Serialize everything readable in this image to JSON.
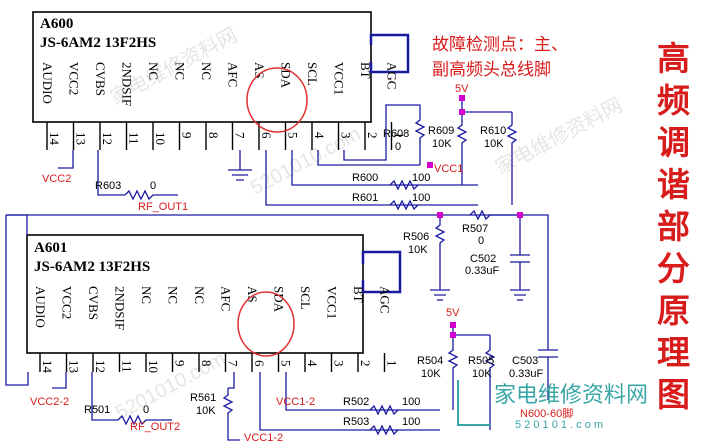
{
  "colors": {
    "wire": "#1a1aa0",
    "chip": "#000000",
    "label_red": "#d81b1b",
    "dot_magenta": "#d000d0",
    "circle_red": "#e03030",
    "watermark": "#d8d8d8",
    "logo_teal": "#3aa6a6"
  },
  "annotation": {
    "line1": "故障检测点：主、",
    "line2": "副高频头总线脚"
  },
  "side_title": [
    "高",
    "频",
    "调",
    "谐",
    "部",
    "分",
    "原",
    "理",
    "图"
  ],
  "tuner_top": {
    "name": "A600",
    "model": "JS-6AM2 13F2HS",
    "pins": [
      {
        "label": "AUDIO",
        "num": "14"
      },
      {
        "label": "VCC2",
        "num": "13"
      },
      {
        "label": "CVBS",
        "num": "12"
      },
      {
        "label": "2NDSIF",
        "num": "11"
      },
      {
        "label": "NC",
        "num": "10"
      },
      {
        "label": "NC",
        "num": "9"
      },
      {
        "label": "NC",
        "num": "8"
      },
      {
        "label": "AFC",
        "num": "7"
      },
      {
        "label": "AS",
        "num": "6"
      },
      {
        "label": "SDA",
        "num": "5"
      },
      {
        "label": "SCL",
        "num": "4"
      },
      {
        "label": "VCC1",
        "num": "3"
      },
      {
        "label": "BT",
        "num": "2"
      },
      {
        "label": "AGC",
        "num": "1"
      }
    ],
    "labels": {
      "vcc2": "VCC2",
      "r603": "R603",
      "r603_val": "0",
      "rf_out": "RF_OUT1",
      "r608": "R608",
      "r608_val": "0",
      "r609": "R609",
      "r609_val": "10K",
      "r610": "R610",
      "r610_val": "10K",
      "v5": "5V",
      "vcc1": "VCC1",
      "r600": "R600",
      "r600_val": "100",
      "r601": "R601",
      "r601_val": "100"
    }
  },
  "tuner_bottom": {
    "name": "A601",
    "model": "JS-6AM2 13F2HS",
    "pins": [
      {
        "label": "AUDIO",
        "num": "14"
      },
      {
        "label": "VCC2",
        "num": "13"
      },
      {
        "label": "CVBS",
        "num": "12"
      },
      {
        "label": "2NDSIF",
        "num": "11"
      },
      {
        "label": "NC",
        "num": "10"
      },
      {
        "label": "NC",
        "num": "9"
      },
      {
        "label": "NC",
        "num": "8"
      },
      {
        "label": "AFC",
        "num": "7"
      },
      {
        "label": "AS",
        "num": "6"
      },
      {
        "label": "SDA",
        "num": "5"
      },
      {
        "label": "SCL",
        "num": "4"
      },
      {
        "label": "VCC1",
        "num": "3"
      },
      {
        "label": "BT",
        "num": "2"
      },
      {
        "label": "AGC",
        "num": "1"
      }
    ],
    "labels": {
      "vcc2": "VCC2-2",
      "r501": "R501",
      "r501_val": "0",
      "rf_out": "RF_OUT2",
      "r561": "R561",
      "r561_val": "10K",
      "vcc1_a": "VCC1-2",
      "vcc1_b": "VCC1-2",
      "r502": "R502",
      "r502_val": "100",
      "r503": "R503",
      "r503_val": "100",
      "r506": "R506",
      "r506_val": "10K",
      "r507": "R507",
      "r507_val": "0",
      "c502": "C502",
      "c502_val": "0.33uF",
      "v5": "5V",
      "r504": "R504",
      "r504_val": "10K",
      "r505": "R505",
      "r505_val": "10K",
      "c503": "C503",
      "c503_val": "0.33uF",
      "n600": "N600-60脚"
    }
  },
  "watermarks": [
    "家电维修资料网",
    "5201010.com",
    "家电维修资料网",
    "5201010.com"
  ],
  "logo": {
    "text": "家电维修资料网",
    "url": "5 2 0 1 0 1 . c o m"
  }
}
